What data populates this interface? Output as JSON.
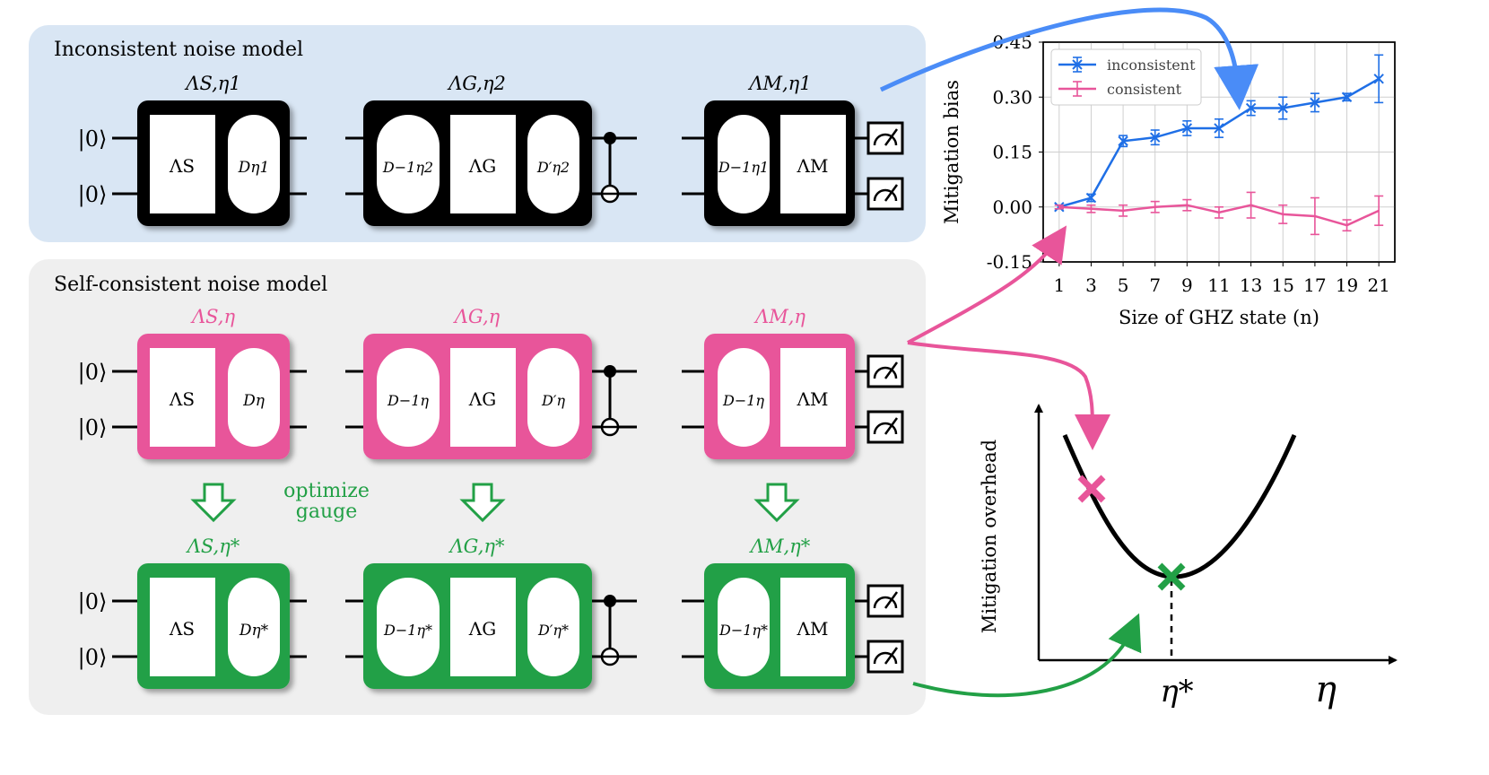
{
  "panels": {
    "inconsistent": {
      "title": "Inconsistent noise model",
      "bg": "#d9e6f4"
    },
    "self_consistent": {
      "title": "Self-consistent noise model",
      "bg": "#efefef"
    }
  },
  "colors": {
    "black": "#000000",
    "blue": "#4a8cf7",
    "pink": "#e8559a",
    "green": "#22a046",
    "line_blue": "#1f6fe6"
  },
  "ket": "|0⟩",
  "rows": {
    "inconsistent": {
      "color": "#000000",
      "channels": [
        {
          "label": "ΛS,η1",
          "gate_left": "ΛS",
          "gate_right": "Dη1"
        },
        {
          "label": "ΛG,η2",
          "gate_left": "D−1η2",
          "gate_mid": "ΛG",
          "gate_right": "D′η2"
        },
        {
          "label": "ΛM,η1",
          "gate_left": "D−1η1",
          "gate_right": "ΛM"
        }
      ]
    },
    "consistent": {
      "color": "#e8559a",
      "channels": [
        {
          "label": "ΛS,η",
          "gate_left": "ΛS",
          "gate_right": "Dη"
        },
        {
          "label": "ΛG,η",
          "gate_left": "D−1η",
          "gate_mid": "ΛG",
          "gate_right": "D′η"
        },
        {
          "label": "ΛM,η",
          "gate_left": "D−1η",
          "gate_right": "ΛM"
        }
      ]
    },
    "optimized": {
      "color": "#22a046",
      "channels": [
        {
          "label": "ΛS,η*",
          "gate_left": "ΛS",
          "gate_right": "Dη*"
        },
        {
          "label": "ΛG,η*",
          "gate_left": "D−1η*",
          "gate_mid": "ΛG",
          "gate_right": "D′η*"
        },
        {
          "label": "ΛM,η*",
          "gate_left": "D−1η*",
          "gate_right": "ΛM"
        }
      ]
    }
  },
  "optimize_label": {
    "line1": "optimize",
    "line2": "gauge"
  },
  "chart_data": [
    {
      "type": "line",
      "xlabel": "Size of GHZ state (n)",
      "ylabel": "Mitigation bias",
      "x": [
        1,
        3,
        5,
        7,
        9,
        11,
        13,
        15,
        17,
        19,
        21
      ],
      "xticks": [
        "1",
        "3",
        "5",
        "7",
        "9",
        "11",
        "13",
        "15",
        "17",
        "19",
        "21"
      ],
      "yticks": [
        "0.45",
        "0.30",
        "0.15",
        "0.00",
        "-0.15"
      ],
      "ylim": [
        -0.15,
        0.45
      ],
      "grid": true,
      "legend_position": "top-left",
      "series": [
        {
          "name": "inconsistent",
          "color": "#1f6fe6",
          "values": [
            0.0,
            0.025,
            0.18,
            0.19,
            0.215,
            0.215,
            0.27,
            0.27,
            0.285,
            0.3,
            0.35
          ],
          "errors": [
            0.005,
            0.01,
            0.015,
            0.02,
            0.02,
            0.025,
            0.02,
            0.03,
            0.025,
            0.01,
            0.065
          ]
        },
        {
          "name": "consistent",
          "color": "#e8559a",
          "values": [
            0.0,
            -0.005,
            -0.01,
            0.0,
            0.005,
            -0.015,
            0.005,
            -0.02,
            -0.025,
            -0.05,
            -0.01
          ],
          "errors": [
            0.005,
            0.01,
            0.015,
            0.015,
            0.015,
            0.015,
            0.035,
            0.025,
            0.05,
            0.015,
            0.04
          ]
        }
      ]
    },
    {
      "type": "line",
      "xlabel": "η",
      "ylabel": "Mitigation overhead",
      "x_marker_label": "η*",
      "markers": [
        {
          "label": "consistent",
          "color": "#e8559a"
        },
        {
          "label": "optimized",
          "color": "#22a046"
        }
      ]
    }
  ]
}
